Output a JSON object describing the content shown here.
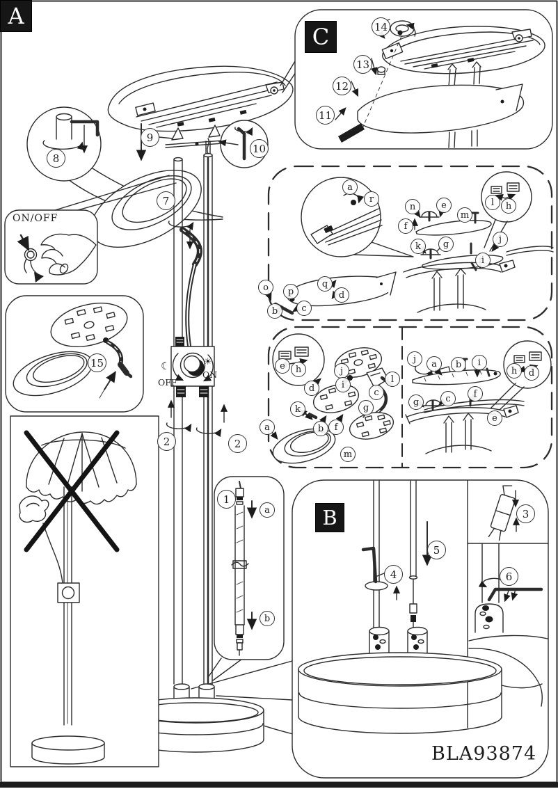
{
  "page": {
    "product_code": "BLA93874",
    "ink_color": "#2b2b2b",
    "paper_color": "#ffffff"
  },
  "sections": {
    "a": "A",
    "b": "B",
    "c": "C"
  },
  "power_inset": {
    "label": "ON/OFF"
  },
  "dimmer": {
    "off": "OFF",
    "on": "ON",
    "moon_icon": "☾",
    "sun_icon": "☀"
  },
  "steps": {
    "s1": "1",
    "s2": "2",
    "s3": "3",
    "s4": "4",
    "s5": "5",
    "s6": "6",
    "s7": "7",
    "s8": "8",
    "s9": "9",
    "s10": "10",
    "s11": "11",
    "s12": "12",
    "s13": "13",
    "s14": "14",
    "s15": "15"
  },
  "parts": {
    "a": "a",
    "b": "b",
    "c": "c",
    "d": "d",
    "e": "e",
    "f": "f",
    "g": "g",
    "h": "h",
    "i": "i",
    "j": "j",
    "k": "k",
    "l": "l",
    "m": "m",
    "n": "n",
    "o": "o",
    "p": "p",
    "q": "q",
    "r": "r"
  },
  "panels": {
    "exploded_top": {
      "letters_shown": [
        "a",
        "r",
        "n",
        "e",
        "f",
        "m",
        "k",
        "g",
        "l",
        "h",
        "j",
        "i",
        "o",
        "p",
        "b",
        "c",
        "q",
        "d"
      ]
    },
    "exploded_lower_left": {
      "letters_shown": [
        "e",
        "h",
        "d",
        "j",
        "i",
        "l",
        "c",
        "k",
        "b",
        "f",
        "g",
        "a",
        "m"
      ]
    },
    "exploded_lower_right": {
      "letters_shown": [
        "j",
        "a",
        "b",
        "i",
        "g",
        "c",
        "f",
        "e",
        "h",
        "d"
      ]
    },
    "cable_inset": {
      "step": "1",
      "letters_shown": [
        "a",
        "b"
      ]
    },
    "section_b_steps": [
      "3",
      "4",
      "5",
      "6"
    ],
    "section_c_steps": [
      "11",
      "12",
      "13",
      "14"
    ],
    "main_steps": [
      "2",
      "7",
      "8",
      "9",
      "10",
      "15"
    ]
  }
}
